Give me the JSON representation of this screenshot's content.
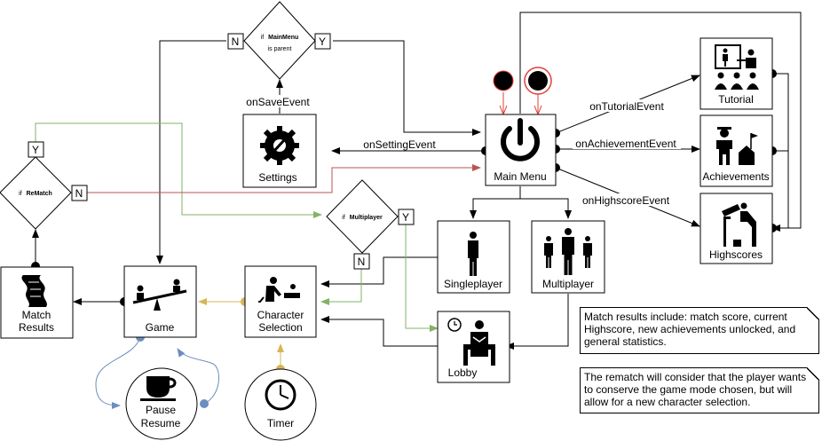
{
  "nodes": {
    "main_menu": "Main Menu",
    "settings": "Settings",
    "tutorial": "Tutorial",
    "achievements": "Achievements",
    "highscores": "Highscores",
    "singleplayer": "Singleplayer",
    "multiplayer": "Multiplayer",
    "lobby": "Lobby",
    "character_selection_1": "Character",
    "character_selection_2": "Selection",
    "game": "Game",
    "match_results_1": "Match",
    "match_results_2": "Results",
    "pause_resume_1": "Pause",
    "pause_resume_2": "Resume",
    "timer": "Timer"
  },
  "decisions": {
    "mainmenu_if": "if",
    "mainmenu_name": "MainMenu",
    "mainmenu_rest": "is parent",
    "rematch_if": "if",
    "rematch_name": "ReMatch",
    "multiplayer_if": "if",
    "multiplayer_name": "Multiplayer",
    "yes": "Y",
    "no": "N"
  },
  "edges": {
    "on_save": "onSaveEvent",
    "on_setting": "onSettingEvent",
    "on_tutorial": "onTutorialEvent",
    "on_achievement": "onAchievementEvent",
    "on_highscore": "onHighscoreEvent"
  },
  "notes": {
    "match_results": "Match results include: match score, current Highscore, new achievements unlocked, and general statistics.",
    "rematch": "The rematch will consider that the player wants to conserve the game mode chosen, but will allow for a new character selection."
  },
  "colors": {
    "line": "#000000",
    "red_flow": "#b85450",
    "green_flow": "#82b366",
    "yellow_dot": "#d6b656",
    "blue_dot": "#6c8ebf"
  }
}
